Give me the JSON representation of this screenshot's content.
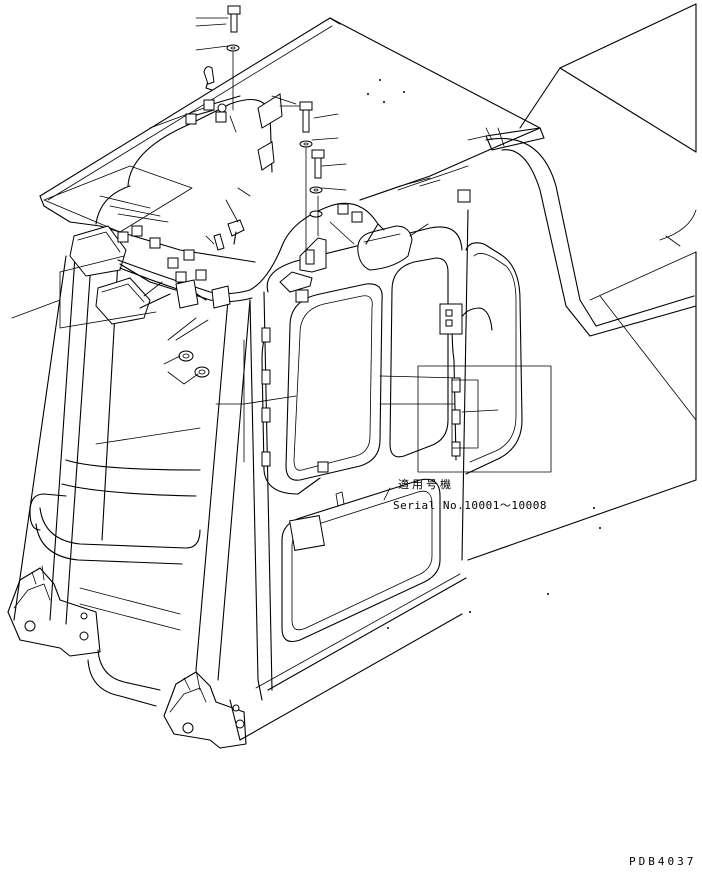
{
  "notes": {
    "applicable_label": "適用号機",
    "serial_label": "Serial No.10001～10008"
  },
  "drawing_number": "PDB4037"
}
